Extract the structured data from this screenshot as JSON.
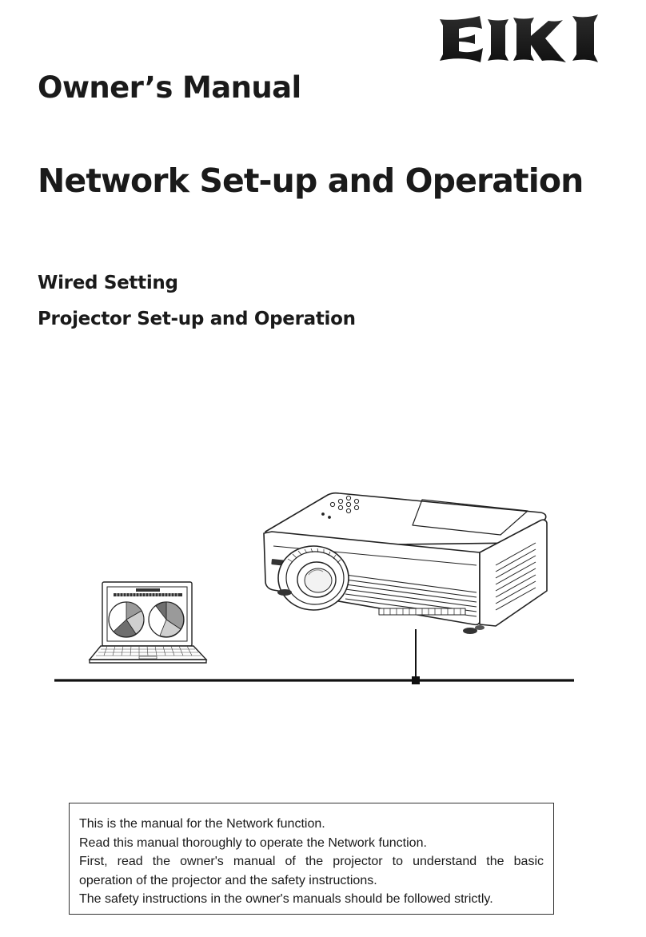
{
  "logo": {
    "brand": "EIKI",
    "color": "#1a1a1a"
  },
  "header": {
    "doc_type": "Owner’s Manual",
    "title": "Network Set-up and Operation",
    "subtitles": [
      "Wired Setting",
      "Projector Set-up and Operation"
    ]
  },
  "illustration": {
    "items": [
      "laptop-icon",
      "projector-icon",
      "network-cable-icon"
    ]
  },
  "notice": {
    "lines": [
      "This is the manual for the Network function.",
      "Read this manual thoroughly to operate the Network function.",
      "First, read the owner's manual of the projector to understand the basic",
      "operation of the projector and the safety instructions.",
      "The safety instructions in the owner's manuals should be followed strictly."
    ],
    "border_color": "#333333"
  }
}
